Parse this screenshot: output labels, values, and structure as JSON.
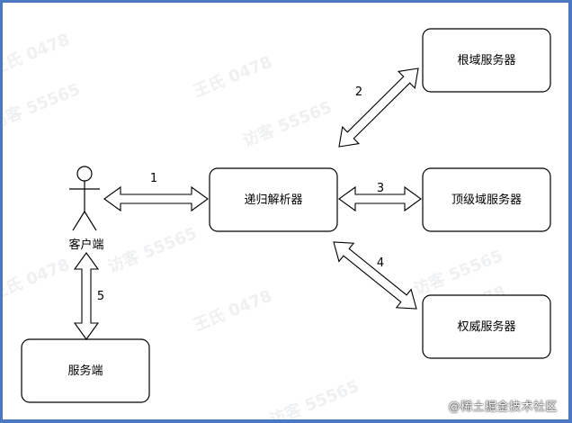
{
  "diagram": {
    "nodes": {
      "client": "客户端",
      "server": "服务端",
      "resolver": "递归解析器",
      "root": "根域服务器",
      "tld": "顶级域服务器",
      "authoritative": "权威服务器"
    },
    "edges": {
      "e1": "1",
      "e2": "2",
      "e3": "3",
      "e4": "4",
      "e5": "5"
    }
  },
  "watermarks": {
    "w1": "王氏 0478",
    "w2": "访客 55565"
  },
  "footer": {
    "text": "@稀土掘金技术社区"
  },
  "colors": {
    "frame_border": "#4a78c2",
    "node_fill": "#ffffff",
    "stroke": "#000000"
  }
}
